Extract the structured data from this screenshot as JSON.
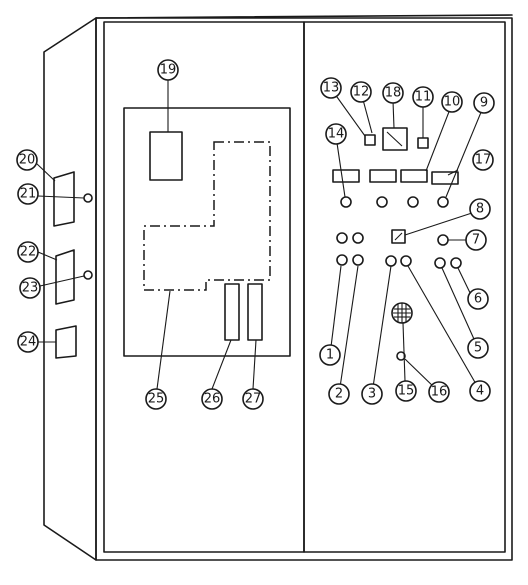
{
  "figure": {
    "callouts": [
      {
        "id": "c1",
        "label": "1"
      },
      {
        "id": "c2",
        "label": "2"
      },
      {
        "id": "c3",
        "label": "3"
      },
      {
        "id": "c4",
        "label": "4"
      },
      {
        "id": "c5",
        "label": "5"
      },
      {
        "id": "c6",
        "label": "6"
      },
      {
        "id": "c7",
        "label": "7"
      },
      {
        "id": "c8",
        "label": "8"
      },
      {
        "id": "c9",
        "label": "9"
      },
      {
        "id": "c10",
        "label": "10"
      },
      {
        "id": "c11",
        "label": "11"
      },
      {
        "id": "c12",
        "label": "12"
      },
      {
        "id": "c13",
        "label": "13"
      },
      {
        "id": "c14",
        "label": "14"
      },
      {
        "id": "c15",
        "label": "15"
      },
      {
        "id": "c16",
        "label": "16"
      },
      {
        "id": "c17",
        "label": "17"
      },
      {
        "id": "c18",
        "label": "18"
      },
      {
        "id": "c19",
        "label": "19"
      },
      {
        "id": "c20",
        "label": "20"
      },
      {
        "id": "c21",
        "label": "21"
      },
      {
        "id": "c22",
        "label": "22"
      },
      {
        "id": "c23",
        "label": "23"
      },
      {
        "id": "c24",
        "label": "24"
      },
      {
        "id": "c25",
        "label": "25"
      },
      {
        "id": "c26",
        "label": "26"
      },
      {
        "id": "c27",
        "label": "27"
      }
    ]
  }
}
